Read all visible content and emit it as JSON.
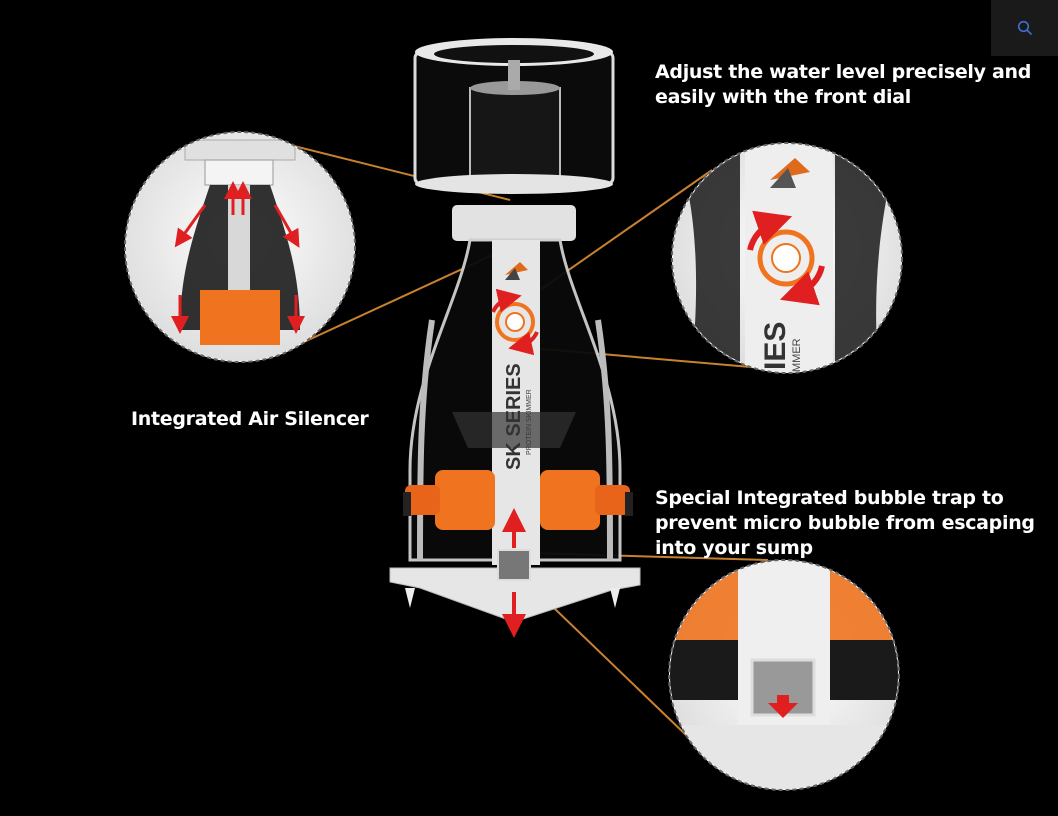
{
  "captions": {
    "water_level": "Adjust the water level precisely and easily with the front dial",
    "air_silencer": "Integrated Air Silencer",
    "bubble_trap": "Special Integrated bubble trap to prevent micro bubble from escaping into your sump"
  },
  "product": {
    "series_label": "SK SERIES",
    "sub_label": "PROTEIN SKIMMER",
    "zoom_label_series": "IES",
    "zoom_label_sub": "MMER"
  },
  "icons": {
    "search": "search-icon"
  },
  "colors": {
    "background": "#000000",
    "accent_orange": "#f0731f",
    "leader_line": "#c8812e",
    "arrow_red": "#e02020",
    "body_white": "#e8e8e8"
  }
}
